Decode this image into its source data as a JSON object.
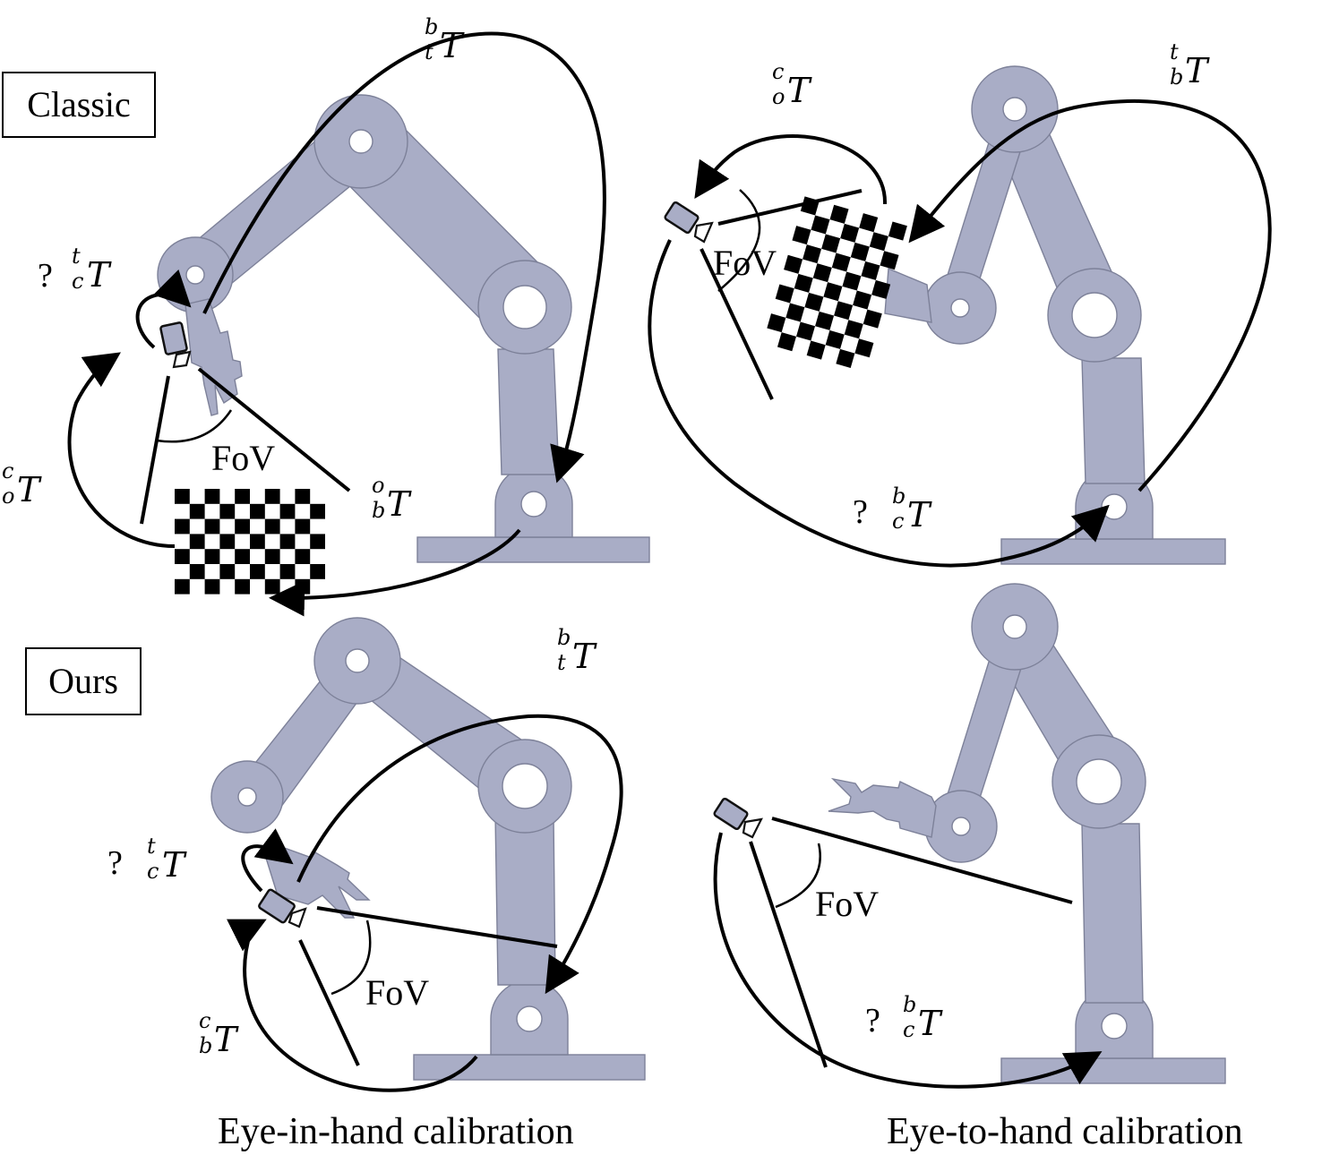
{
  "labels": {
    "classic": "Classic",
    "ours": "Ours",
    "fov": "FoV",
    "question_mark": "?",
    "caption_eye_in_hand": "Eye-in-hand calibration",
    "caption_eye_to_hand": "Eye-to-hand calibration",
    "transform_symbol": "T"
  },
  "transforms": {
    "tl_base_to_tool": {
      "sup": "b",
      "sub": "t"
    },
    "tl_tool_to_cam": {
      "sup": "t",
      "sub": "c"
    },
    "tl_cam_to_obj": {
      "sup": "c",
      "sub": "o"
    },
    "tl_obj_to_base": {
      "sup": "o",
      "sub": "b"
    },
    "tr_cam_to_obj": {
      "sup": "c",
      "sub": "o"
    },
    "tr_tool_to_base": {
      "sup": "t",
      "sub": "b"
    },
    "tr_base_to_cam": {
      "sup": "b",
      "sub": "c"
    },
    "bl_base_to_tool": {
      "sup": "b",
      "sub": "t"
    },
    "bl_tool_to_cam": {
      "sup": "t",
      "sub": "c"
    },
    "bl_cam_to_base": {
      "sup": "c",
      "sub": "b"
    },
    "br_base_to_cam": {
      "sup": "b",
      "sub": "c"
    }
  },
  "colors": {
    "robot_fill": "#a9adc6",
    "robot_outline": "#7d8199",
    "ink": "#000000"
  },
  "checkerboards": {
    "classic_eye_in_hand": {
      "cols": 10,
      "rows": 7
    },
    "classic_eye_to_hand": {
      "cols": 7,
      "rows": 10
    }
  }
}
